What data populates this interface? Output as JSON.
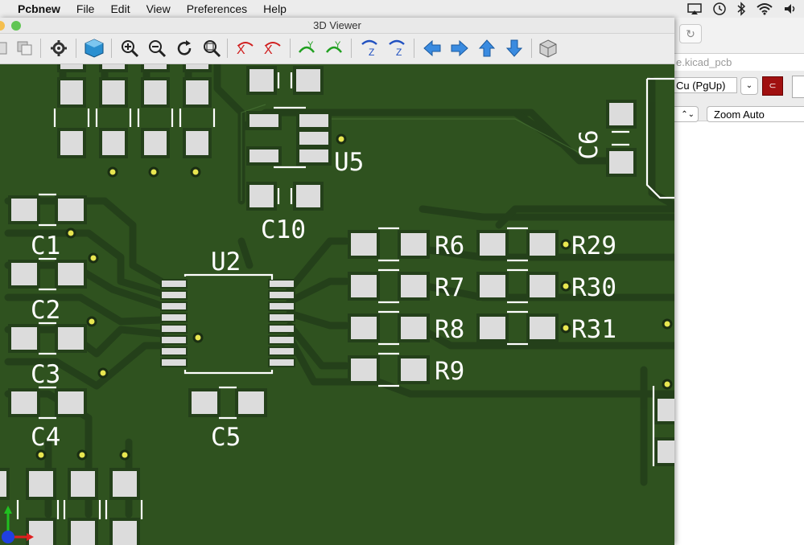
{
  "menubar": {
    "app_name": "Pcbnew",
    "items": [
      "File",
      "Edit",
      "View",
      "Preferences",
      "Help"
    ]
  },
  "background_window": {
    "file_name_partial": "e.kicad_pcb",
    "layer_value": "Cu (PgUp)",
    "zoom_value": "Zoom Auto"
  },
  "viewer": {
    "title": "3D Viewer",
    "toolbar": [
      "reload-board",
      "copy-image",
      "settings",
      "view-3d-toggle",
      "zoom-in",
      "zoom-out",
      "redraw",
      "zoom-fit",
      "rotate-x-cw",
      "rotate-x-ccw",
      "rotate-y-cw",
      "rotate-y-ccw",
      "rotate-z-cw",
      "rotate-z-ccw",
      "move-left",
      "move-right",
      "move-up",
      "move-down",
      "orthographic-toggle"
    ],
    "board_color": "#2f521f",
    "pad_color": "#dcdcdc",
    "silkscreen_color": "#ffffff",
    "labels": {
      "u5": "U5",
      "c10": "C10",
      "c6": "C6",
      "c1": "C1",
      "c2": "C2",
      "c3": "C3",
      "c4": "C4",
      "u2": "U2",
      "c5": "C5",
      "r6": "R6",
      "r7": "R7",
      "r8": "R8",
      "r9": "R9",
      "r29": "R29",
      "r30": "R30",
      "r31": "R31"
    }
  },
  "axis_colors": {
    "x": "#e02020",
    "y": "#20c020",
    "z": "#2040e0"
  }
}
